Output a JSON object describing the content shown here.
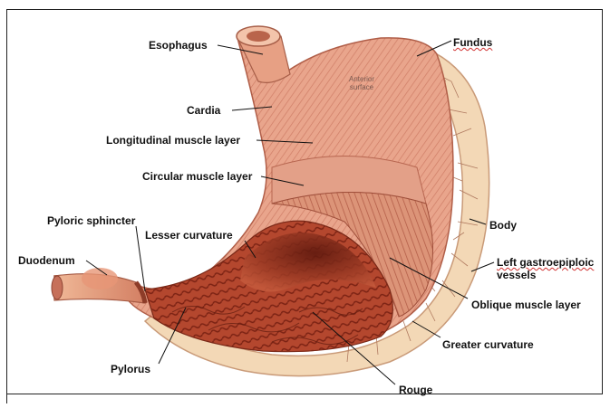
{
  "labels": {
    "esophagus": "Esophagus",
    "fundus": "Fundus",
    "cardia": "Cardia",
    "longitudinal": "Longitudinal muscle layer",
    "circular": "Circular muscle layer",
    "pyloric_sphincter": "Pyloric sphincter",
    "lesser_curvature": "Lesser curvature",
    "body": "Body",
    "duodenum": "Duodenum",
    "gastroepiploic_line1": "Left gastroepiploic",
    "gastroepiploic_line2": "vessels",
    "oblique": "Oblique muscle layer",
    "greater_curvature": "Greater curvature",
    "pylorus": "Pylorus",
    "rouge": "Rouge",
    "anterior_line1": "Anterior",
    "anterior_line2": "surface"
  },
  "colors": {
    "outer_muscle": "#e9a58c",
    "muscle_stripe": "#c9715c",
    "mucosa": "#b8482f",
    "mucosa_dark": "#6e1e12",
    "serosa": "#f1d5b4",
    "vessel": "#b07a60"
  }
}
